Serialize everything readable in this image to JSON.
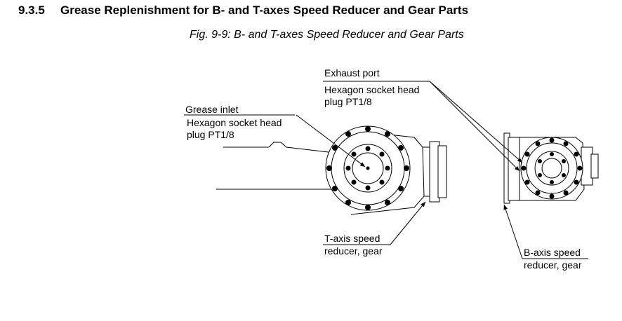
{
  "section": {
    "number": "9.3.5",
    "title": "Grease Replenishment for B- and T-axes Speed Reducer and Gear Parts"
  },
  "figure": {
    "caption": "Fig. 9-9: B- and T-axes Speed Reducer and Gear Parts"
  },
  "labels": {
    "exhaust_port": {
      "title": "Exhaust port",
      "desc_line1": "Hexagon socket head",
      "desc_line2": "plug PT1/8"
    },
    "grease_inlet": {
      "title": "Grease inlet",
      "desc_line1": "Hexagon socket head",
      "desc_line2": "plug PT1/8"
    },
    "t_axis": {
      "line1": "T-axis speed",
      "line2": "reducer, gear"
    },
    "b_axis": {
      "line1": "B-axis speed",
      "line2": "reducer, gear"
    }
  }
}
